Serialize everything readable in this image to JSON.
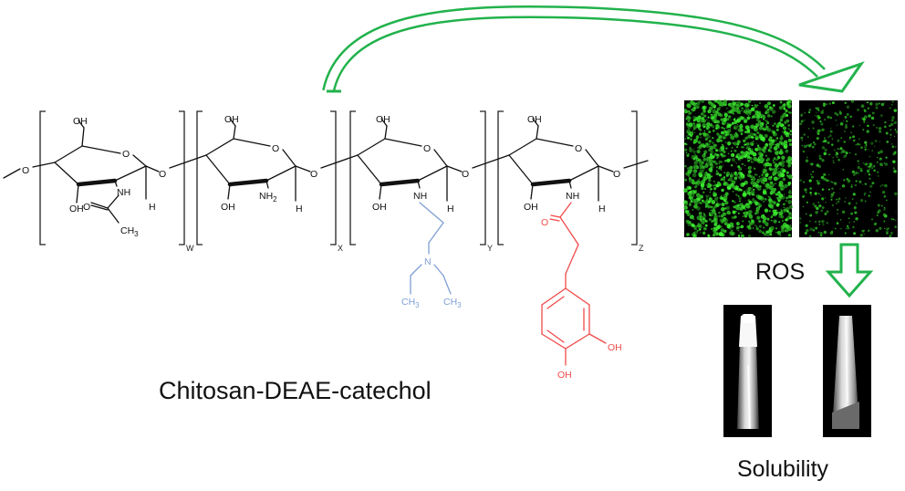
{
  "polymer": {
    "name": "Chitosan-DEAE-catechol",
    "subscripts": [
      "W",
      "X",
      "Y",
      "Z"
    ]
  },
  "atoms": {
    "oh": "OH",
    "o": "O",
    "h": "H",
    "nh": "NH",
    "nh2": "NH",
    "nh2_sub": "2",
    "n": "N",
    "ch3": "CH",
    "ch3_sub": "3"
  },
  "labels": {
    "ros": "ROS",
    "solubility": "Solubility"
  },
  "colors": {
    "arrow_green": "#22b24c",
    "deae_blue": "#7f9fd4",
    "catechol_red": "#f04a4a",
    "bonds": "#111111"
  }
}
